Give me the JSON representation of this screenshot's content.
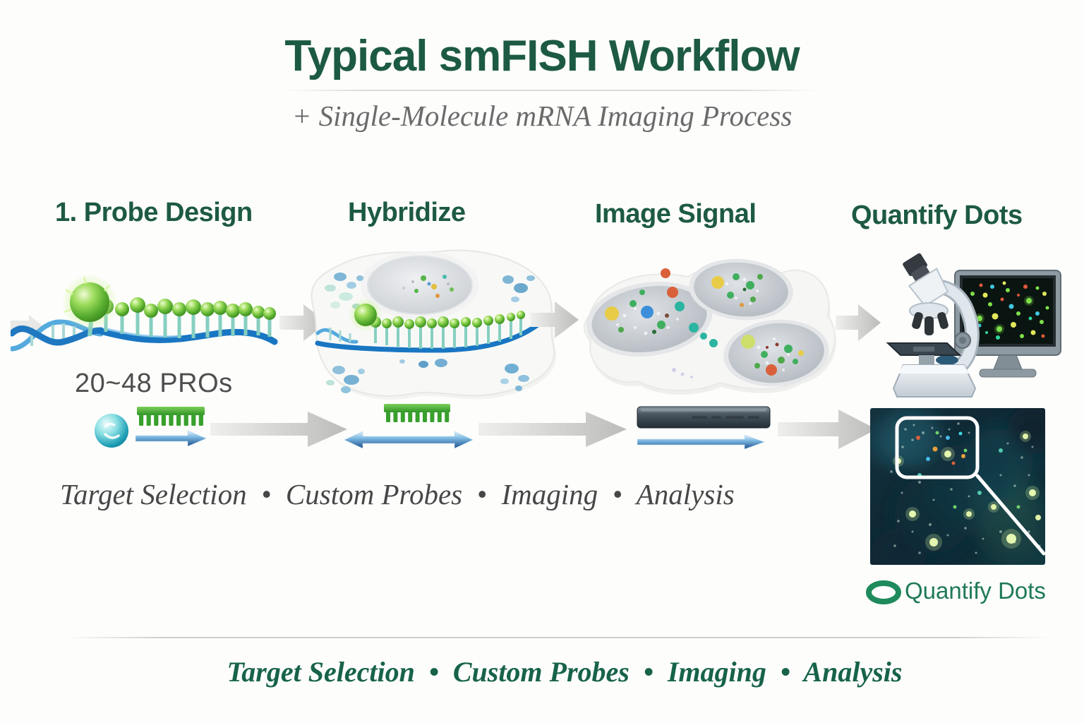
{
  "header": {
    "title": "Typical smFISH Workflow",
    "subtitle": "+ Single-Molecule mRNA Imaging Process"
  },
  "steps": {
    "probe_design": "1. Probe Design",
    "hybridize": "Hybridize",
    "image_signal": "Image Signal",
    "quantify_dots": "Quantify Dots"
  },
  "annotations": {
    "probe_count": "20~48 PROs",
    "mid_caption": "Target Selection  •  Custom Probes  •  Imaging  •  Analysis",
    "quantify_callout": "Quantify Dots",
    "footer_caption": "Target Selection  •  Custom Probes  •  Imaging  •  Analysis"
  },
  "icons": {
    "target_sphere": "teal-sphere-icon",
    "probe_comb": "green-comb-icon",
    "flow_arrow": "gray-right-arrow",
    "quantify_ring": "green-ellipse-ring"
  },
  "colors": {
    "title_green": "#1d5a43",
    "footer_green": "#17634a",
    "quantify_green": "#1f7a55",
    "subtitle_gray": "#6b6b6b",
    "caption_gray": "#474747",
    "probe_green": "#55ab2e",
    "strand_blue": "#1976c2",
    "arrow_gray": "#c9c9c9",
    "signal_slate": "#2a343b",
    "fluor_background": "#0c2430"
  }
}
